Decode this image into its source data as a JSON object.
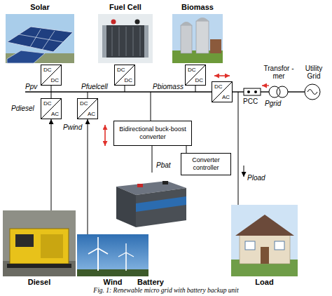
{
  "diagram": {
    "caption": "Fig. 1: Renewable micro grid with battery backup unit",
    "nodes": [
      {
        "text": [
          "Solar"
        ]
      },
      {
        "text": [
          "Fuel Cell"
        ]
      },
      {
        "text": [
          "Biomass"
        ]
      },
      {
        "text": [
          "DC",
          "DC"
        ]
      },
      {
        "text": [
          "DC",
          "DC"
        ]
      },
      {
        "text": [
          "DC",
          "DC"
        ]
      },
      {
        "text": [
          "DC",
          "AC"
        ]
      },
      {
        "text": [
          "DC",
          "AC"
        ]
      },
      {
        "text": [
          "DC",
          "AC"
        ]
      },
      {
        "text": [
          "Bidirectional buck-boost converter"
        ]
      },
      {
        "text": [
          "Converter controller"
        ]
      },
      {
        "text": [
          "Diesel"
        ]
      },
      {
        "text": [
          "Wind"
        ]
      },
      {
        "text": [
          "Battery"
        ]
      },
      {
        "text": [
          "Load"
        ]
      }
    ],
    "edges": [
      {
        "from": 11,
        "to": 7,
        "arrow": "to"
      },
      {
        "from": 12,
        "to": 8,
        "arrow": "to"
      },
      {
        "from": 13,
        "to": 9,
        "arrow": "none"
      },
      {
        "from": 10,
        "to": 9,
        "arrow": "none"
      }
    ],
    "labels": [
      "Ppv",
      "Pfuelcell",
      "Pbiomass",
      "Pdiesel",
      "Pwind",
      "PCC",
      "Pgrid",
      "Transfor -mer",
      "Utility Grid",
      "Pbat",
      "Pload"
    ]
  }
}
